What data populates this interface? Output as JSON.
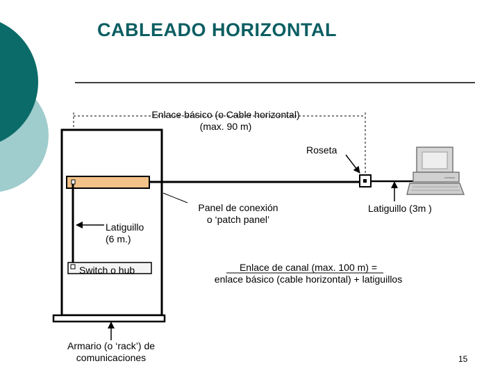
{
  "slide": {
    "title": "CABLEADO HORIZONTAL",
    "page_number": "15",
    "accent_colors": {
      "teal_dark": "#0b6b68",
      "teal_light": "#9fcccc",
      "patch_panel_fill": "#f2c28a"
    }
  },
  "labels": {
    "basic_link_line1": "Enlace básico (o Cable horizontal)",
    "basic_link_line2": "(max. 90 m)",
    "roseta": "Roseta",
    "latiguillo_6m_line1": "Latiguillo",
    "latiguillo_6m_line2": "(6 m.)",
    "switch": "Switch o hub",
    "patch_panel_line1": "Panel de conexión",
    "patch_panel_line2": "o ‘patch panel’",
    "latiguillo_3m": "Latiguillo (3m )",
    "channel_link_line1": "Enlace de canal (max. 100 m) =",
    "channel_link_line2": "enlace básico (cable horizontal) + latiguillos",
    "rack_line1": "Armario (o ‘rack’) de",
    "rack_line2": "comunicaciones"
  },
  "icons": {
    "computer": "computer-icon"
  }
}
